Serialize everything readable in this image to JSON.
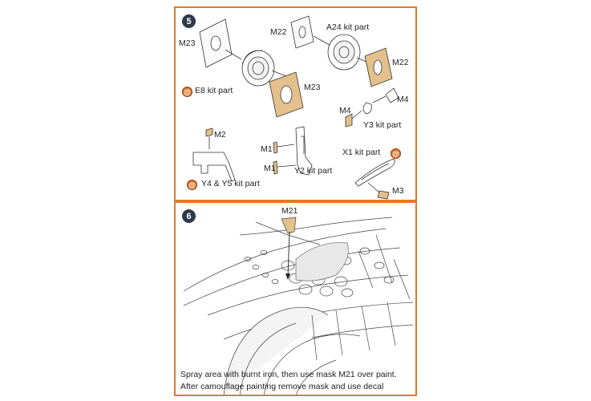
{
  "step5": {
    "number": "5",
    "labels": {
      "m23_top": "M23",
      "m22_top": "M22",
      "a24": "A24 kit part",
      "m22_right": "M22",
      "e8": "E8 kit part",
      "m23_bottom": "M23",
      "m4_right": "M4",
      "m4_left": "M4",
      "y3": "Y3 kit part",
      "m2": "M2",
      "m1_top": "M1",
      "m1_bottom": "M1",
      "y2": "Y2 kit part",
      "x1": "X1 kit part",
      "y4y5": "Y4 & Y5 kit part",
      "m3": "M3"
    },
    "kit_icon_glyph": "@"
  },
  "step6": {
    "number": "6",
    "label_m21": "M21",
    "note_line1": "Spray area with burnt iron, then use mask M21 over paint.",
    "note_line2": "After camouflage painting remove mask and use decal"
  },
  "colors": {
    "border": "#e07a2a",
    "mask": "#e3c08c",
    "badge": "#2d3a4a",
    "kit_icon": "#d9772a"
  }
}
